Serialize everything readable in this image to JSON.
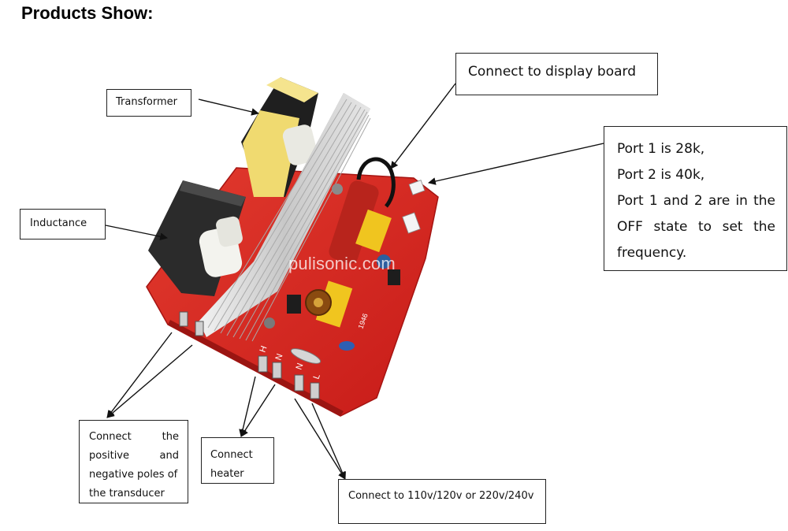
{
  "title": "Products Show:",
  "watermark": "pulisonic.com",
  "board_markings": {
    "pad_h": "H",
    "pad_n1": "N",
    "pad_n2": "N",
    "pad_l": "L",
    "code": "1946"
  },
  "labels": {
    "transformer": "Transformer",
    "inductance": "Inductance",
    "display_board": "Connect to display board",
    "port_lines": [
      "Port 1 is 28k,",
      "Port 2 is 40k,",
      "Port 1 and 2 are in the",
      "OFF state to set the",
      "frequency."
    ],
    "transducer_lines": [
      "Connect the",
      "positive and",
      "negative poles of",
      "the transducer"
    ],
    "heater_lines": [
      "Connect",
      "heater"
    ],
    "power": "Connect to 110v/120v or 220v/240v"
  },
  "colors": {
    "pcb_red": "#d8231f",
    "transformer_yellow": "#f1dc76",
    "heatsink_silver": "#c9c9c9",
    "inductor_black": "#2a2a2a"
  }
}
